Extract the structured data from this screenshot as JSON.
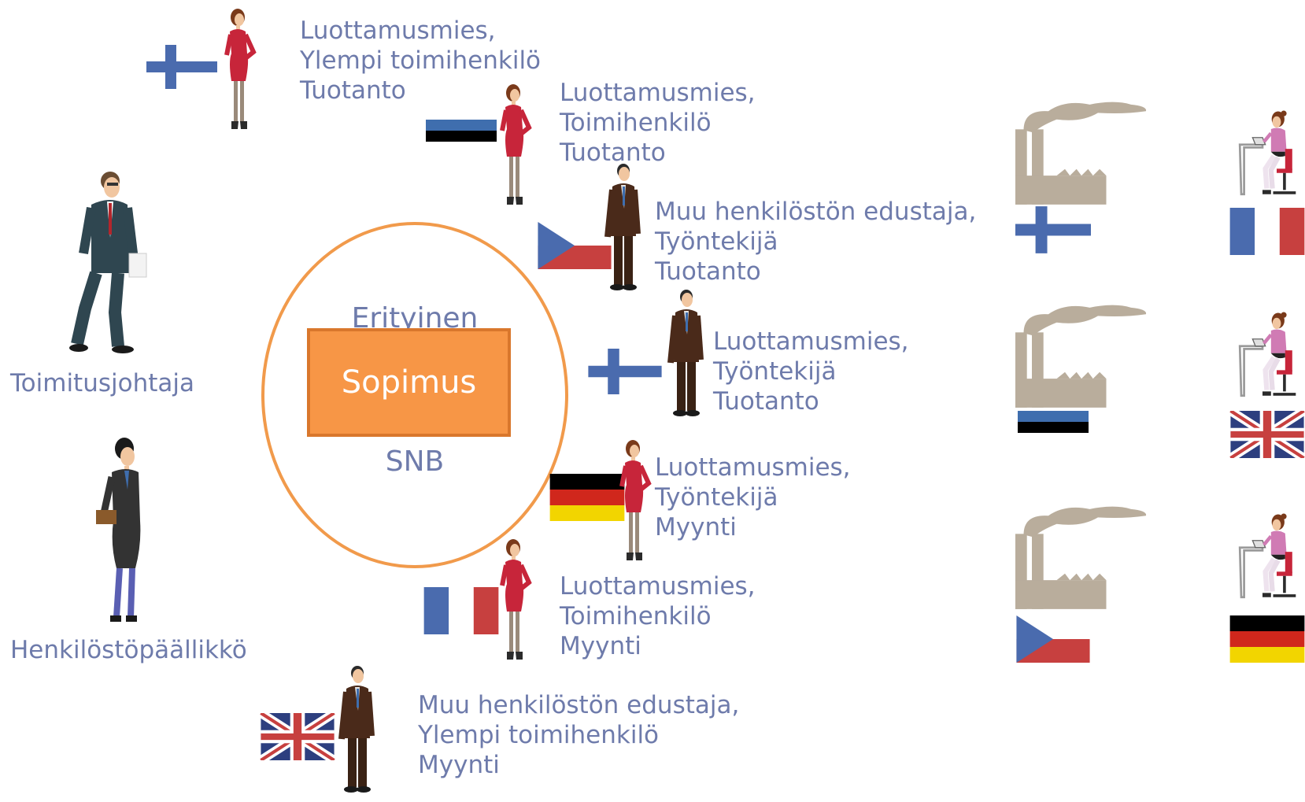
{
  "colors": {
    "label_text": "#6e7bab",
    "circle_outline": "#f19a4b",
    "contract_fill": "#f79646",
    "contract_border": "#d9772c",
    "contract_text": "#ffffff"
  },
  "center": {
    "contract_label": "Sopimus",
    "circle_top_text": "Erityinen",
    "circle_bottom_text": "SNB"
  },
  "management": {
    "ceo_label": "Toimitusjohtaja",
    "hr_label": "Henkilöstöpäällikkö"
  },
  "representatives": [
    {
      "country": "finland-flag",
      "figure": "woman",
      "lines": [
        "Luottamusmies,",
        "Ylempi toimihenkilö",
        "Tuotanto"
      ]
    },
    {
      "country": "estonia-flag",
      "figure": "woman",
      "lines": [
        "Luottamusmies,",
        "Toimihenkilö",
        "Tuotanto"
      ]
    },
    {
      "country": "czech-flag",
      "figure": "man",
      "lines": [
        "Muu henkilöstön edustaja,",
        "Työntekijä",
        "Tuotanto"
      ]
    },
    {
      "country": "finland-flag",
      "figure": "man",
      "lines": [
        "Luottamusmies,",
        "Työntekijä",
        "Tuotanto"
      ]
    },
    {
      "country": "germany-flag",
      "figure": "woman",
      "lines": [
        "Luottamusmies,",
        "Työntekijä",
        "Myynti"
      ]
    },
    {
      "country": "france-flag",
      "figure": "woman",
      "lines": [
        "Luottamusmies,",
        "Toimihenkilö",
        "Myynti"
      ]
    },
    {
      "country": "uk-flag",
      "figure": "man",
      "lines": [
        "Muu henkilöstön edustaja,",
        "Ylempi toimihenkilö",
        "Myynti"
      ]
    }
  ],
  "sites": [
    {
      "type": "factory-icon",
      "country": "finland-flag"
    },
    {
      "type": "factory-icon",
      "country": "estonia-flag"
    },
    {
      "type": "factory-icon",
      "country": "czech-flag"
    },
    {
      "type": "office-worker-icon",
      "country": "france-flag"
    },
    {
      "type": "office-worker-icon",
      "country": "uk-flag"
    },
    {
      "type": "office-worker-icon",
      "country": "germany-flag"
    }
  ]
}
